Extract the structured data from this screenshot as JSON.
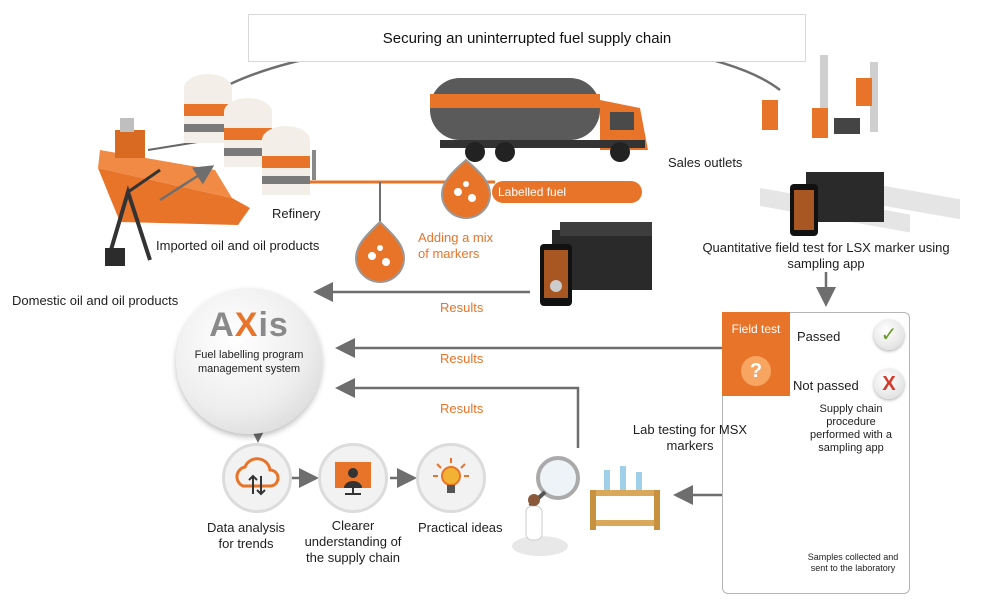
{
  "title": "Securing an uninterrupted fuel supply chain",
  "labels": {
    "refinery": "Refinery",
    "imported": "Imported oil and oil products",
    "labelled_fuel": "Labelled fuel",
    "adding_mix": "Adding a mix\nof markers",
    "sales_outlets": "Sales outlets",
    "quant_test": "Quantitative field test for LSX marker using\nsampling app",
    "domestic": "Domestic oil and oil products",
    "results_1": "Results",
    "results_2": "Results",
    "results_3": "Results",
    "axis_logo_a": "A",
    "axis_logo_x": "X",
    "axis_logo_is": "is",
    "axis_desc": "Fuel labelling program\nmanagement system",
    "field_test": "Field test",
    "field_q": "?",
    "passed": "Passed",
    "not_passed": "Not passed",
    "procedure": "Supply chain\nprocedure\nperformed with a\nsampling app",
    "samples": "Samples collected and\nsent to the laboratory",
    "lab_testing": "Lab testing for MSX\nmarkers",
    "data_analysis": "Data analysis\nfor trends",
    "clearer": "Clearer\nunderstanding of\nthe supply chain",
    "practical": "Practical ideas"
  },
  "icons": {
    "check": "✓",
    "cross": "X"
  },
  "colors": {
    "accent": "#e8742a",
    "arrow": "#6e6e6e",
    "pass": "#6a9a2a",
    "fail": "#d33a2a"
  }
}
